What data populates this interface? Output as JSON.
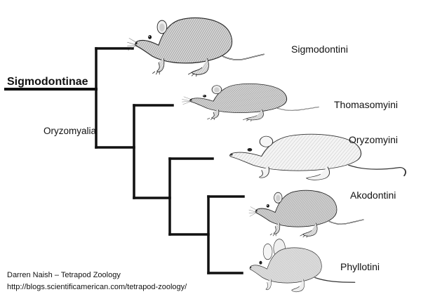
{
  "root_label": "Sigmodontinae",
  "internal_label": "Oryzomyalia",
  "taxa": [
    {
      "name": "Sigmodontini",
      "illustration": "rodent-illustration"
    },
    {
      "name": "Thomasomyini",
      "illustration": "rodent-illustration"
    },
    {
      "name": "Oryzomyini",
      "illustration": "rodent-illustration"
    },
    {
      "name": "Akodontini",
      "illustration": "rodent-illustration"
    },
    {
      "name": "Phyllotini",
      "illustration": "rodent-illustration"
    }
  ],
  "credit": {
    "line1": "Darren Naish – Tetrapod Zoology",
    "line2": "http://blogs.scientificamerican.com/tetrapod-zoology/"
  },
  "colors": {
    "line": "#111111",
    "fur_light": "#e6e6e6",
    "fur_dark": "#9a9a9a"
  }
}
